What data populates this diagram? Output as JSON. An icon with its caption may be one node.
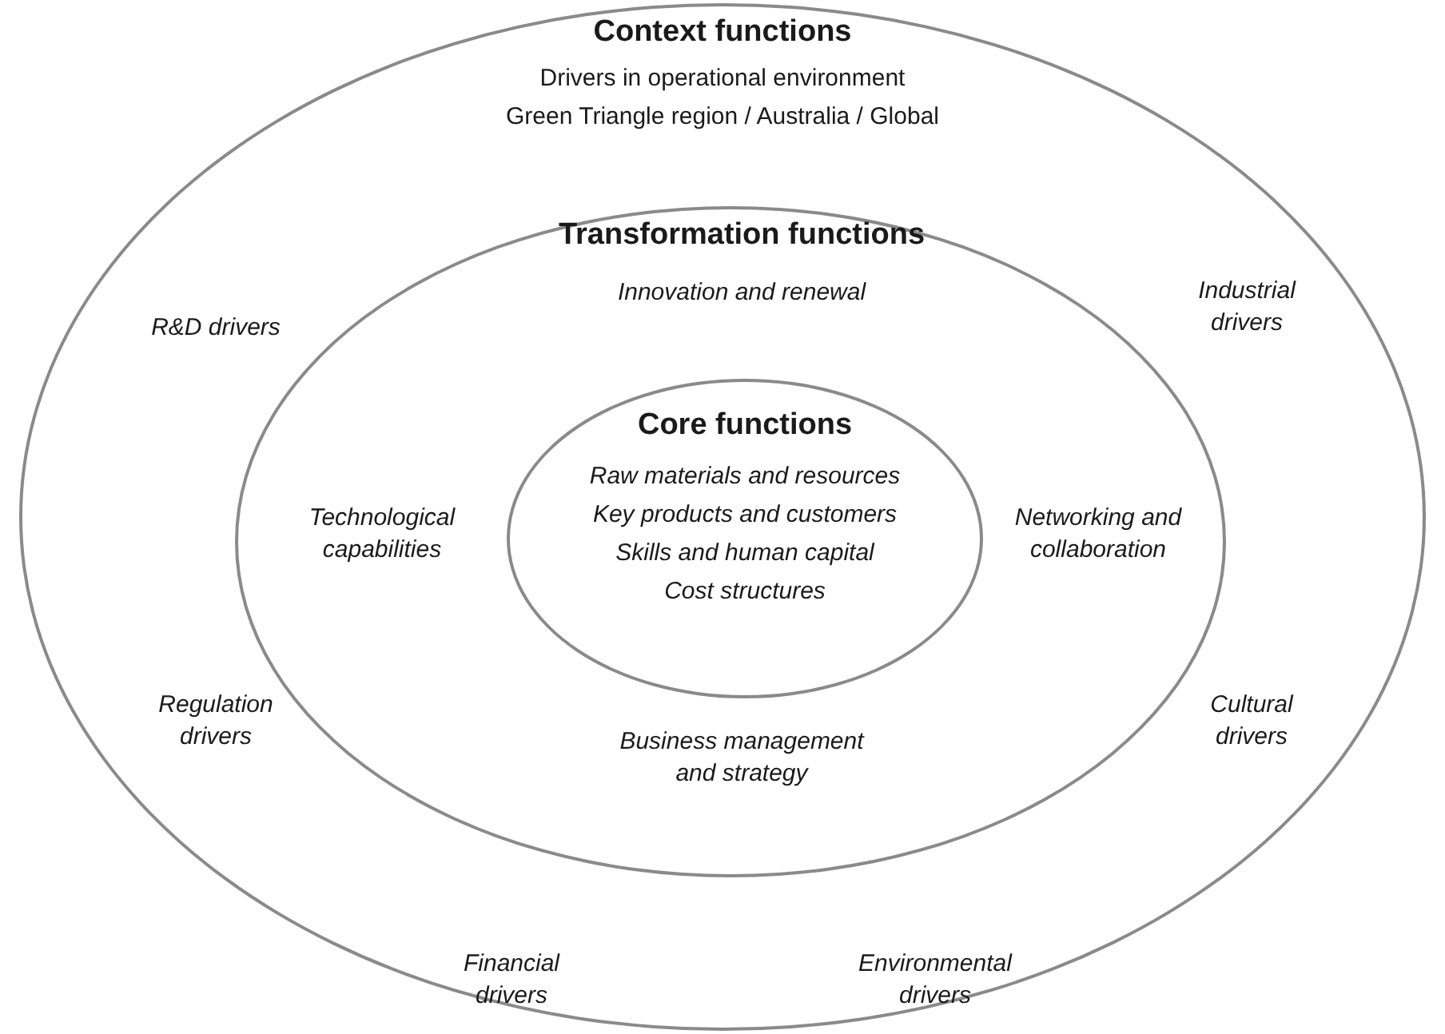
{
  "diagram": {
    "nodes": [
      {
        "text": [
          "Context functions",
          "Drivers in operational environment",
          "Green Triangle region / Australia / Global",
          "R&D drivers",
          "Industrial drivers",
          "Regulation drivers",
          "Cultural drivers",
          "Financial drivers",
          "Environmental drivers"
        ]
      },
      {
        "text": [
          "Transformation functions",
          "Innovation and renewal",
          "Technological capabilities",
          "Networking and collaboration",
          "Business management and strategy"
        ],
        "in": 0
      },
      {
        "text": [
          "Core functions",
          "Raw materials and resources",
          "Key products and customers",
          "Skills and human capital",
          "Cost structures"
        ],
        "in": 1
      }
    ]
  }
}
